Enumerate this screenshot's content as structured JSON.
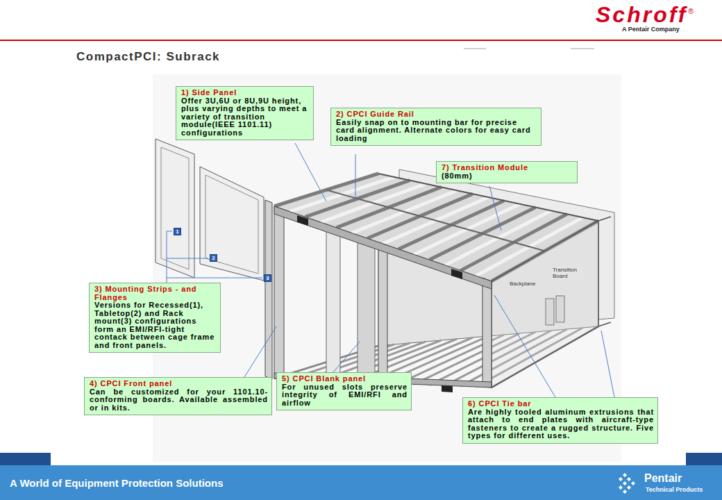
{
  "diagram": {
    "title": "CompactPCI: Subrack",
    "nodes": [
      {
        "text": [
          "1) Side Panel",
          "Offer 3U,6U or 8U,9U height, plus varying depths to meet a variety of transition module(IEEE 1101.11) configurations"
        ]
      },
      {
        "text": [
          "2) CPCI Guide Rail",
          "Easily snap on to mounting bar for precise card alignment. Alternate colors for easy card loading"
        ]
      },
      {
        "text": [
          "7) Transition Module",
          "(80mm)"
        ]
      },
      {
        "text": [
          "3) Mounting Strips - and Flanges",
          "Versions for Recessed(1), Tabletop(2) and Rack mount(3) configurations form an EMI/RFI-tight contack between cage frame and front panels."
        ]
      },
      {
        "text": [
          "4) CPCI Front panel",
          "Can be customized for your 1101.10-conforming boards. Available assembled or in kits."
        ]
      },
      {
        "text": [
          "5) CPCI Blank panel",
          "For unused slots preserve integrity of EMI/RFI and airflow"
        ]
      },
      {
        "text": [
          "6) CPCI Tie bar",
          "Are highly tooled aluminum extrusions that attach to end plates with aircraft-type fasteners to create a rugged structure. Five types for different uses."
        ]
      }
    ],
    "labels": [
      "Schroff",
      "®",
      "A Pentair Company",
      "1",
      "2",
      "3",
      "Backplane",
      "Transition Board",
      "A World of Equipment Protection Solutions",
      "Pentair",
      "Technical Products"
    ]
  }
}
